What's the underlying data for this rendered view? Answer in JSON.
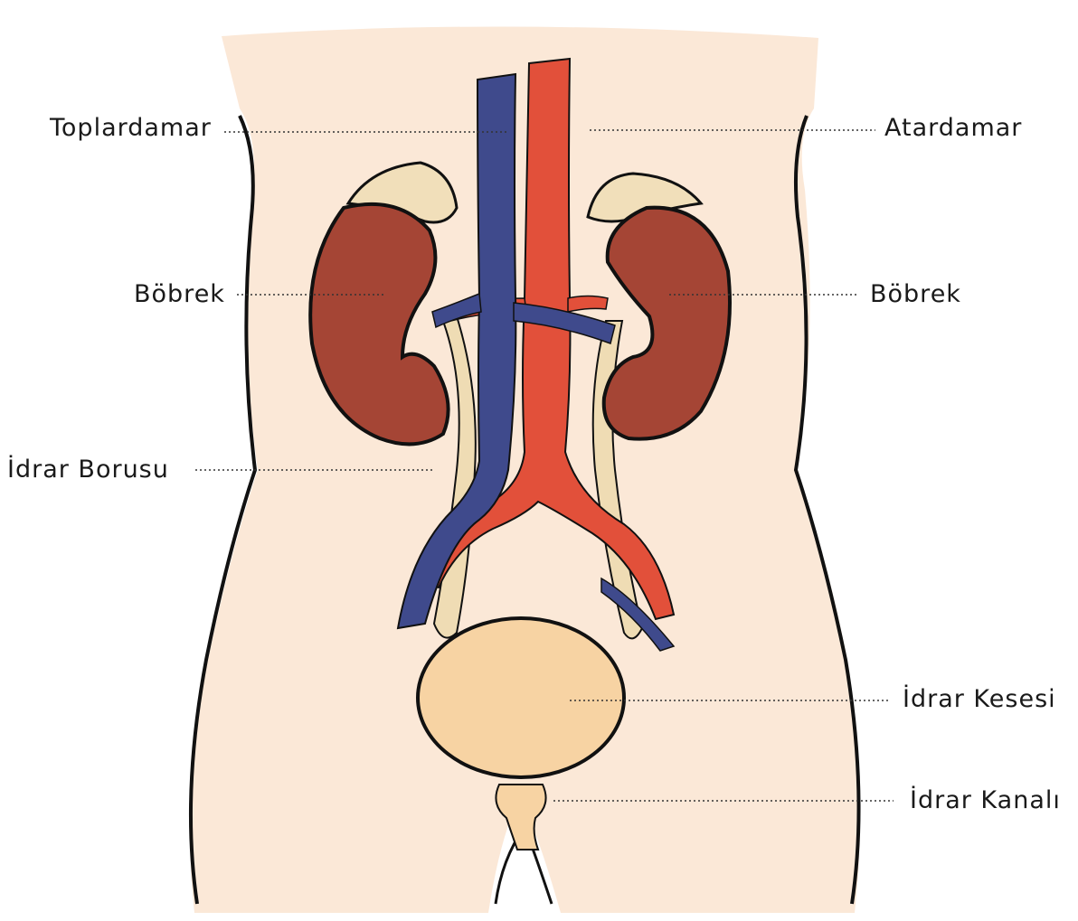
{
  "labels": {
    "vein": "Toplardamar",
    "artery": "Atardamar",
    "kidney_left": "Böbrek",
    "kidney_right": "Böbrek",
    "ureter": "İdrar Borusu",
    "bladder": "İdrar Kesesi",
    "urethra": "İdrar Kanalı"
  },
  "colors": {
    "skin": "#fbe8d7",
    "outline": "#111111",
    "kidney": "#a54535",
    "vein": "#3f4a8c",
    "artery": "#e2503a",
    "adrenal": "#f1dfba",
    "ureter": "#efdcb4",
    "bladder": "#f7d3a3",
    "leader": "#333333"
  }
}
